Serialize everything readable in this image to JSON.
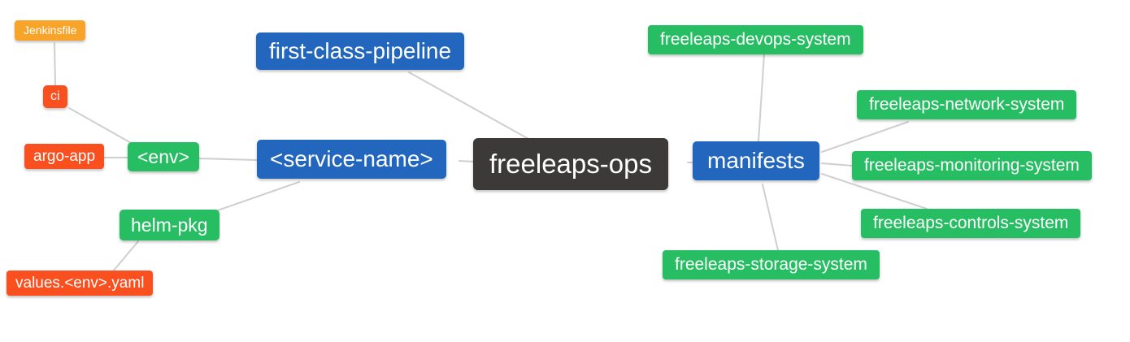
{
  "diagram": {
    "type": "mindmap",
    "edge_color": "#CFCFCF",
    "palette": {
      "blue": "#2266BE",
      "green": "#27BE63",
      "red": "#FA4F1E",
      "orange": "#F8A42B",
      "dark": "#3B3A38",
      "text": "#FFFFFF"
    },
    "root_label": "freeleaps-ops",
    "nodes": [
      {
        "id": "jenkinsfile",
        "label": "Jenkinsfile",
        "color": "#F8A42B"
      },
      {
        "id": "ci",
        "label": "ci",
        "color": "#FA4F1E"
      },
      {
        "id": "argo-app",
        "label": "argo-app",
        "color": "#FA4F1E"
      },
      {
        "id": "env",
        "label": "<env>",
        "color": "#27BE63"
      },
      {
        "id": "helm-pkg",
        "label": "helm-pkg",
        "color": "#27BE63"
      },
      {
        "id": "values-env-yaml",
        "label": "values.<env>.yaml",
        "color": "#FA4F1E"
      },
      {
        "id": "first-class-pipeline",
        "label": "first-class-pipeline",
        "color": "#2266BE"
      },
      {
        "id": "service-name",
        "label": "<service-name>",
        "color": "#2266BE"
      },
      {
        "id": "freeleaps-ops",
        "label": "freeleaps-ops",
        "color": "#3B3A38"
      },
      {
        "id": "manifests",
        "label": "manifests",
        "color": "#2266BE"
      },
      {
        "id": "freeleaps-devops-system",
        "label": "freeleaps-devops-system",
        "color": "#27BE63"
      },
      {
        "id": "freeleaps-network-system",
        "label": "freeleaps-network-system",
        "color": "#27BE63"
      },
      {
        "id": "freeleaps-monitoring-system",
        "label": "freeleaps-monitoring-system",
        "color": "#27BE63"
      },
      {
        "id": "freeleaps-controls-system",
        "label": "freeleaps-controls-system",
        "color": "#27BE63"
      },
      {
        "id": "freeleaps-storage-system",
        "label": "freeleaps-storage-system",
        "color": "#27BE63"
      }
    ],
    "edges": [
      {
        "from": "Jenkinsfile",
        "to": "ci"
      },
      {
        "from": "ci",
        "to": "<env>"
      },
      {
        "from": "argo-app",
        "to": "<env>"
      },
      {
        "from": "<env>",
        "to": "<service-name>"
      },
      {
        "from": "helm-pkg",
        "to": "<service-name>"
      },
      {
        "from": "values.<env>.yaml",
        "to": "helm-pkg"
      },
      {
        "from": "first-class-pipeline",
        "to": "freeleaps-ops"
      },
      {
        "from": "<service-name>",
        "to": "freeleaps-ops"
      },
      {
        "from": "freeleaps-ops",
        "to": "manifests"
      },
      {
        "from": "manifests",
        "to": "freeleaps-devops-system"
      },
      {
        "from": "manifests",
        "to": "freeleaps-network-system"
      },
      {
        "from": "manifests",
        "to": "freeleaps-monitoring-system"
      },
      {
        "from": "manifests",
        "to": "freeleaps-controls-system"
      },
      {
        "from": "manifests",
        "to": "freeleaps-storage-system"
      }
    ]
  }
}
